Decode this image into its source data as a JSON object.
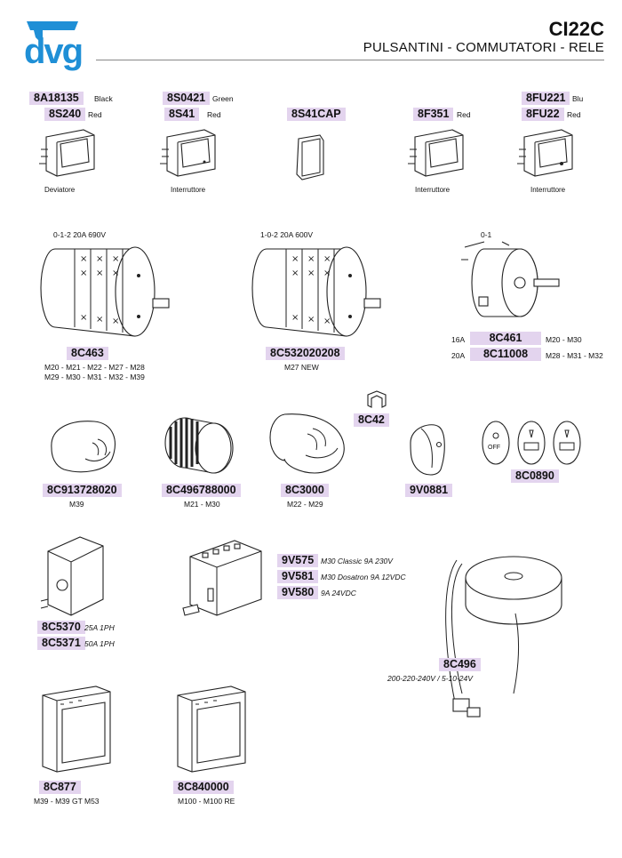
{
  "header": {
    "logo": "dvg",
    "code": "CI22C",
    "subtitle": "PULSANTINI - COMMUTATORI - RELE",
    "accent": "#1f8fd6"
  },
  "switches": {
    "deviatore": {
      "codes": [
        {
          "code": "8A18135",
          "note": "Black"
        },
        {
          "code": "8S240",
          "note": "Red"
        }
      ],
      "caption": "Deviatore"
    },
    "interruttore1": {
      "codes": [
        {
          "code": "8S0421",
          "note": "Green"
        },
        {
          "code": "8S41",
          "note": "Red"
        }
      ],
      "caption": "Interruttore"
    },
    "cap": {
      "code": "8S41CAP"
    },
    "interruttore2": {
      "codes": [
        {
          "code": "8F351",
          "note": "Red"
        }
      ],
      "caption": "Interruttore"
    },
    "interruttore3": {
      "codes": [
        {
          "code": "8FU221",
          "note": "Blu"
        },
        {
          "code": "8FU22",
          "note": "Red"
        }
      ],
      "caption": "Interruttore"
    }
  },
  "rotary": {
    "a": {
      "rating": "0-1-2 20A 690V",
      "code": "8C463",
      "models1": "M20 - M21 - M22 - M27 - M28",
      "models2": "M29 - M30 - M31 - M32 - M39"
    },
    "b": {
      "rating": "1-0-2 20A 600V",
      "code": "8C532020208",
      "models": "M27 NEW"
    },
    "c": {
      "rating": "0-1",
      "rows": [
        {
          "amp": "16A",
          "code": "8C461",
          "models": "M20 - M30"
        },
        {
          "amp": "20A",
          "code": "8C11008",
          "models": "M28 - M31 - M32"
        }
      ]
    }
  },
  "knobs": [
    {
      "code": "8C913728020",
      "models": "M39"
    },
    {
      "code": "8C496788000",
      "models": "M21 - M30"
    },
    {
      "code": "8C3000",
      "models": "M22 - M29"
    },
    {
      "code": "8C42",
      "models": ""
    },
    {
      "code": "9V0881",
      "models": ""
    },
    {
      "code": "8C0890",
      "models": "",
      "labels": [
        "OFF"
      ]
    }
  ],
  "relays": {
    "box": [
      {
        "code": "8C5370",
        "note": "25A 1PH"
      },
      {
        "code": "8C5371",
        "note": "50A 1PH"
      }
    ],
    "contactor": [
      {
        "code": "9V575",
        "note": "M30 Classic 9A 230V"
      },
      {
        "code": "9V581",
        "note": "M30 Dosatron 9A 12VDC"
      },
      {
        "code": "9V580",
        "note": "9A 24VDC"
      }
    ],
    "transformer": {
      "code": "8C496",
      "note": "200-220-240V / 5-10-24V"
    }
  },
  "displays": [
    {
      "code": "8C877",
      "models": "M39 - M39 GT M53"
    },
    {
      "code": "8C840000",
      "models": "M100 - M100 RE"
    }
  ]
}
